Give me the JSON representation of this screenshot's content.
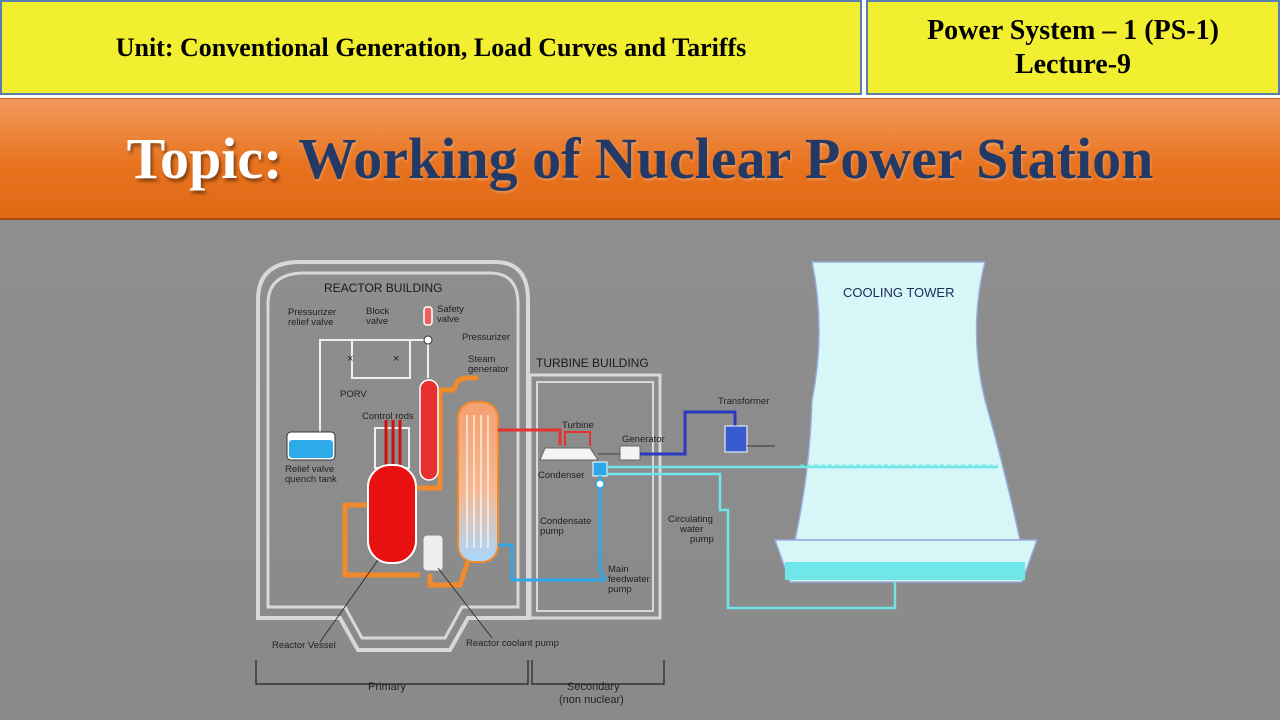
{
  "header": {
    "unit": "Unit: Conventional Generation, Load Curves and Tariffs",
    "course": "Power System – 1 (PS-1)",
    "lecture": "Lecture-9"
  },
  "topic": {
    "label": "Topic:",
    "title": "Working of Nuclear Power Station"
  },
  "diagram": {
    "reactor_building": "REACTOR BUILDING",
    "turbine_building": "TURBINE BUILDING",
    "cooling_tower": "COOLING TOWER",
    "pressurizer_relief_valve": [
      "Pressurizer",
      "relief valve"
    ],
    "block_valve": [
      "Block",
      "valve"
    ],
    "safety_valve": [
      "Safety",
      "valve"
    ],
    "pressurizer": "Pressurizer",
    "steam_generator": [
      "Steam",
      "generator"
    ],
    "porv": "PORV",
    "control_rods": "Control rods",
    "relief_valve_quench_tank": [
      "Relief valve",
      "quench tank"
    ],
    "turbine": "Turbine",
    "generator": "Generator",
    "transformer": "Transformer",
    "condenser": "Condenser",
    "condensate_pump": [
      "Condensate",
      "pump"
    ],
    "circulating_water_pump": [
      "Circulating",
      "water",
      "pump"
    ],
    "main_feedwater_pump": [
      "Main",
      "feedwater",
      "pump"
    ],
    "reactor_vessel": "Reactor Vessel",
    "reactor_coolant_pump": "Reactor coolant pump",
    "primary": "Primary",
    "secondary": [
      "Secondary",
      "(non nuclear)"
    ]
  },
  "colors": {
    "header_yellow": "#f2ee30",
    "topic_orange": "#e8731f",
    "topic_title_blue": "#233a66",
    "background_gray": "#8c8c8c",
    "primary_loop_orange": "#f08a2a",
    "reactor_red": "#e81010",
    "steam_red": "#e83030",
    "feedwater_blue": "#2ea8e8",
    "cooling_cyan": "#6fe6e8",
    "generator_line_blue": "#2a3ac0"
  }
}
